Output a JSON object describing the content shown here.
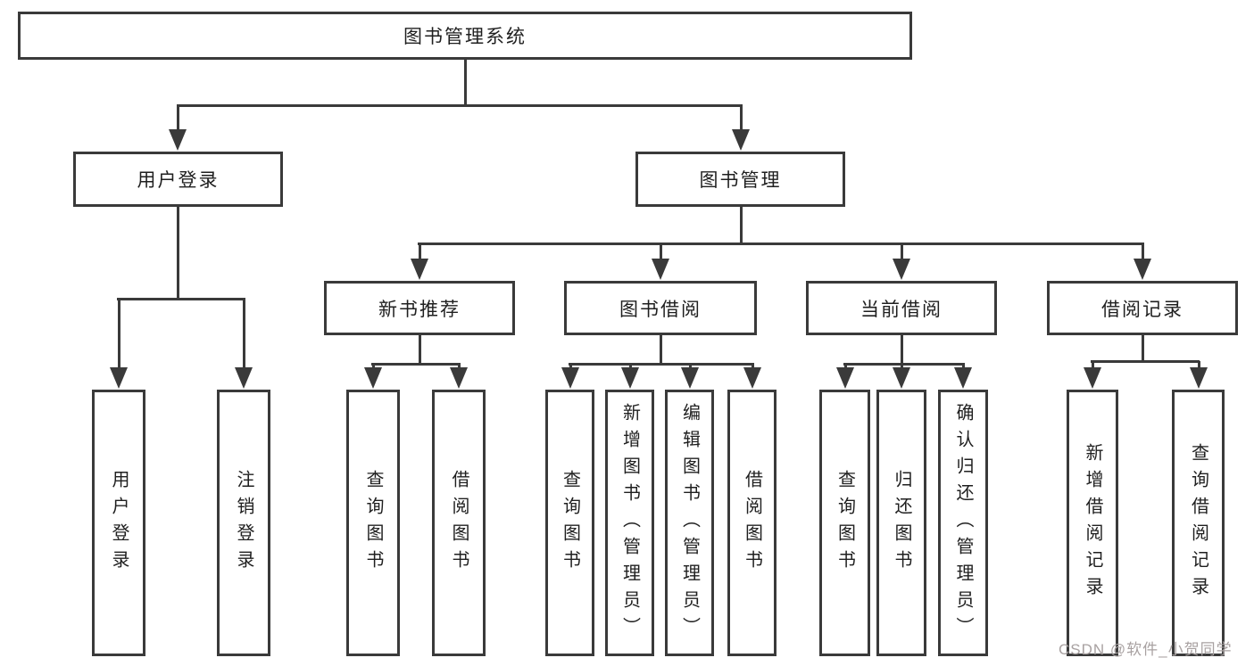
{
  "diagram_title": "图书管理系统",
  "watermark": "CSDN @软件_小贺同学",
  "colors": {
    "line": "#3a3a3a",
    "text": "#1f1f1f",
    "watermark_text": "#a8a1a1",
    "background": "#ffffff"
  },
  "tree": {
    "label": "图书管理系统",
    "children": [
      {
        "label": "用户登录",
        "children": [
          {
            "label": "用户登录"
          },
          {
            "label": "注销登录"
          }
        ]
      },
      {
        "label": "图书管理",
        "children": [
          {
            "label": "新书推荐",
            "children": [
              {
                "label": "查询图书"
              },
              {
                "label": "借阅图书"
              }
            ]
          },
          {
            "label": "图书借阅",
            "children": [
              {
                "label": "查询图书"
              },
              {
                "label": "新增图书（管理员）"
              },
              {
                "label": "编辑图书（管理员）"
              },
              {
                "label": "借阅图书"
              }
            ]
          },
          {
            "label": "当前借阅",
            "children": [
              {
                "label": "查询图书"
              },
              {
                "label": "归还图书"
              },
              {
                "label": "确认归还（管理员）"
              }
            ]
          },
          {
            "label": "借阅记录",
            "children": [
              {
                "label": "新增借阅记录"
              },
              {
                "label": "查询借阅记录"
              }
            ]
          }
        ]
      }
    ]
  }
}
